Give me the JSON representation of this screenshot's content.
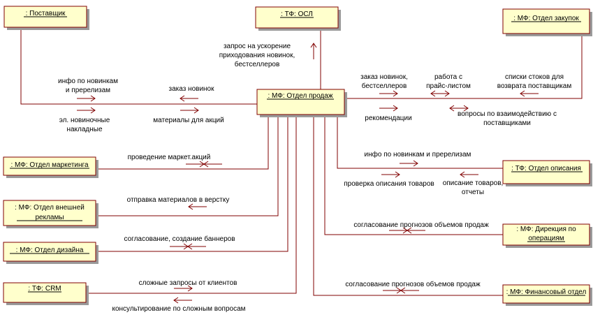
{
  "objects": {
    "supplier": ": Поставщик",
    "osl": ": ТФ: ОСЛ",
    "purchasing": ": МФ: Отдел закупок",
    "sales": ": МФ: Отдел продаж",
    "marketing": ": МФ: Отдел маркетинга",
    "ext_ads": [
      ": МФ: Отдел внешней",
      "рекламы"
    ],
    "design": ": МФ: Отдел дизайна",
    "crm": ": ТФ: CRM",
    "description": ": ТФ: Отдел описания",
    "ops": [
      ": МФ: Дирекция по",
      "операциям"
    ],
    "finance": ": МФ: Финансовый отдел"
  },
  "messages": {
    "osl_request": [
      "запрос на ускорение",
      "приходования новинок,",
      "бестселлеров"
    ],
    "supplier_info": [
      "инфо по новинкам",
      "и пререлизам"
    ],
    "supplier_order": "заказ новинок",
    "supplier_invoices": [
      "эл. новиночные",
      "накладные"
    ],
    "supplier_materials": "материалы для акций",
    "purch_order": [
      "заказ новинок,",
      "бестселлеров"
    ],
    "purch_price": [
      "работа с",
      "прайс-листом"
    ],
    "purch_stock": [
      "списки стоков для",
      "возврата поставщикам"
    ],
    "purch_reco": "рекомендации",
    "purch_questions": [
      "вопросы по взаимодействию с",
      "поставщиками"
    ],
    "marketing_actions": "проведение маркет.акций",
    "ext_layout": "отправка материалов в верстку",
    "design_banners": "согласование, создание баннеров",
    "crm_requests": "сложные запросы от клиентов",
    "crm_consult": "консультирование по сложным вопросам",
    "desc_info": "инфо по новинкам и пререлизам",
    "desc_check": "проверка описания товаров",
    "desc_reports": [
      "описание товаров,",
      "отчеты"
    ],
    "ops_forecast": "согласование прогнозов объемов продаж",
    "fin_forecast": "согласование прогнозов объемов продаж"
  }
}
